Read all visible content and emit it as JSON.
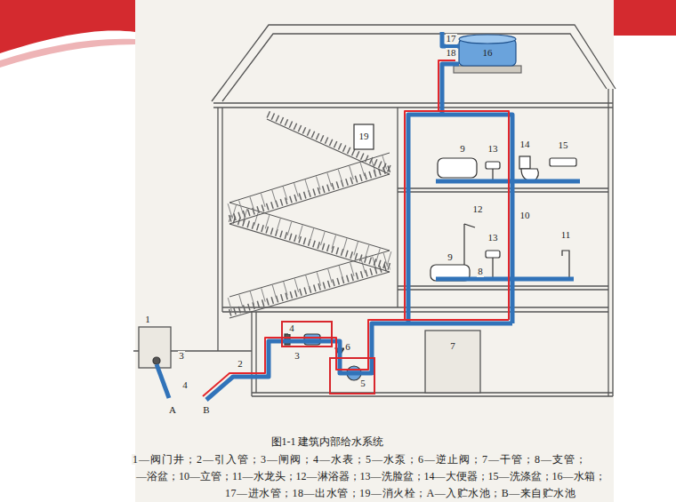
{
  "diagram": {
    "caption": "图1-1 建筑内部给水系统",
    "nodes": [
      {
        "text": [
          "4"
        ]
      },
      {
        "text": [
          "5"
        ]
      }
    ],
    "labels": [
      "17",
      "18",
      "16",
      "19",
      "9",
      "13",
      "14",
      "15",
      "12",
      "10",
      "13",
      "11",
      "9",
      "8",
      "7",
      "1",
      "3",
      "2",
      "3",
      "6",
      "4",
      "A",
      "B",
      "1—阀门井；2—引入管；3—闸阀；4—水表；5—水泵；6—逆止阀；7—干管；8—支管；",
      "—浴盆；10—立管；11—水龙头；12—淋浴器；13—洗脸盆；14—大便器；15—洗涤盆；16—水箱；",
      "17—进水管；18—出水管；19—消火栓；A—入贮水池；B—来自贮水池"
    ]
  }
}
